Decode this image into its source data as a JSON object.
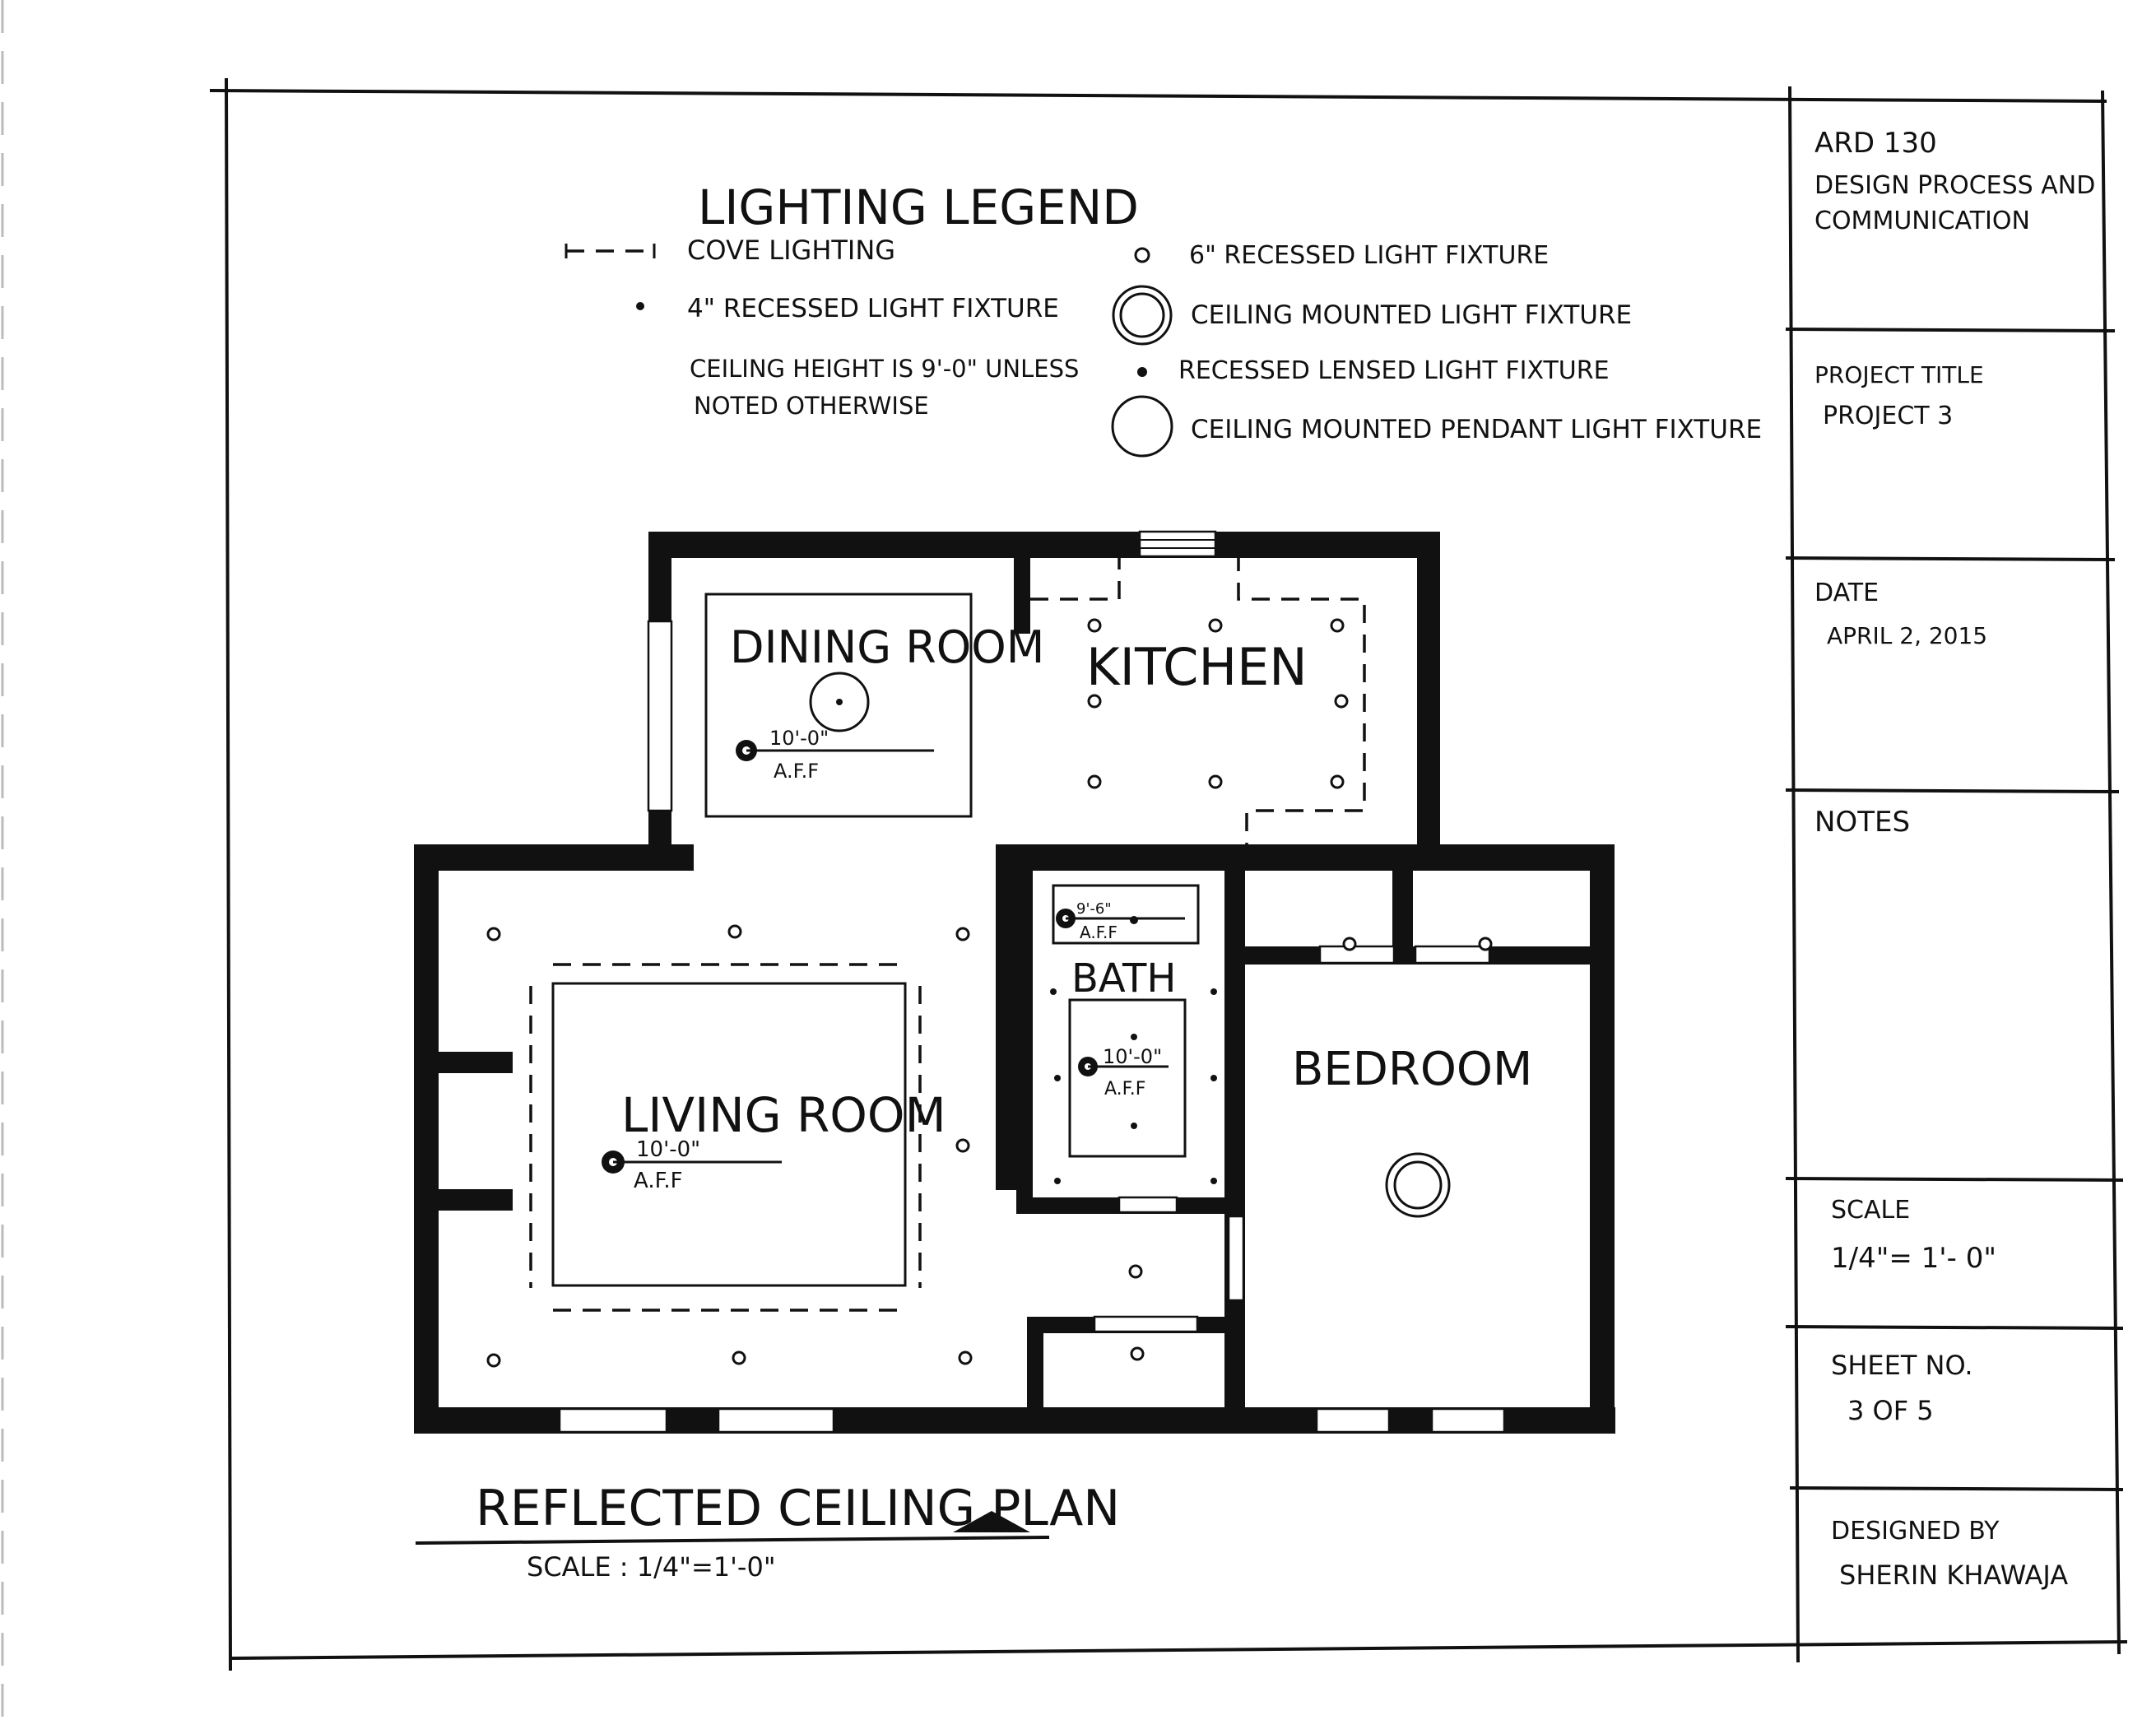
{
  "legend": {
    "title": "LIGHTING LEGEND",
    "items": [
      {
        "symbol": "cove-line",
        "label": "COVE LIGHTING"
      },
      {
        "symbol": "small-dot",
        "label": "4\" RECESSED LIGHT FIXTURE"
      },
      {
        "symbol": "small-circle",
        "label": "6\" RECESSED LIGHT FIXTURE"
      },
      {
        "symbol": "double-circle",
        "label": "CEILING MOUNTED LIGHT FIXTURE"
      },
      {
        "symbol": "solid-dot",
        "label": "RECESSED LENSED LIGHT FIXTURE"
      },
      {
        "symbol": "large-circle",
        "label": "CEILING MOUNTED PENDANT LIGHT FIXTURE"
      }
    ],
    "note_line1": "CEILING HEIGHT IS 9'-0\" UNLESS",
    "note_line2": "NOTED OTHERWISE"
  },
  "rooms": {
    "dining": "DINING ROOM",
    "kitchen": "KITCHEN",
    "living": "LIVING ROOM",
    "bath": "BATH",
    "bedroom": "BEDROOM"
  },
  "ceiling_tags": {
    "dining": {
      "height": "10'-0\"",
      "ref": "A.F.F"
    },
    "living": {
      "height": "10'-0\"",
      "ref": "A.F.F"
    },
    "bath_vanity": {
      "height": "9'-6\"",
      "ref": "A.F.F"
    },
    "bath": {
      "height": "10'-0\"",
      "ref": "A.F.F"
    }
  },
  "drawing": {
    "title": "REFLECTED CEILING PLAN",
    "scale": "SCALE : 1/4\"=1'-0\""
  },
  "title_block": {
    "course_code": "ARD 130",
    "course_name_line1": "DESIGN PROCESS AND",
    "course_name_line2": "COMMUNICATION",
    "project_title_label": "PROJECT TITLE",
    "project_title": "PROJECT 3",
    "date_label": "DATE",
    "date": "APRIL 2, 2015",
    "notes_label": "NOTES",
    "scale_label": "SCALE",
    "scale": "1/4\"= 1'- 0\"",
    "sheet_label": "SHEET NO.",
    "sheet": "3 OF 5",
    "designer_label": "DESIGNED BY",
    "designer": "SHERIN KHAWAJA"
  }
}
